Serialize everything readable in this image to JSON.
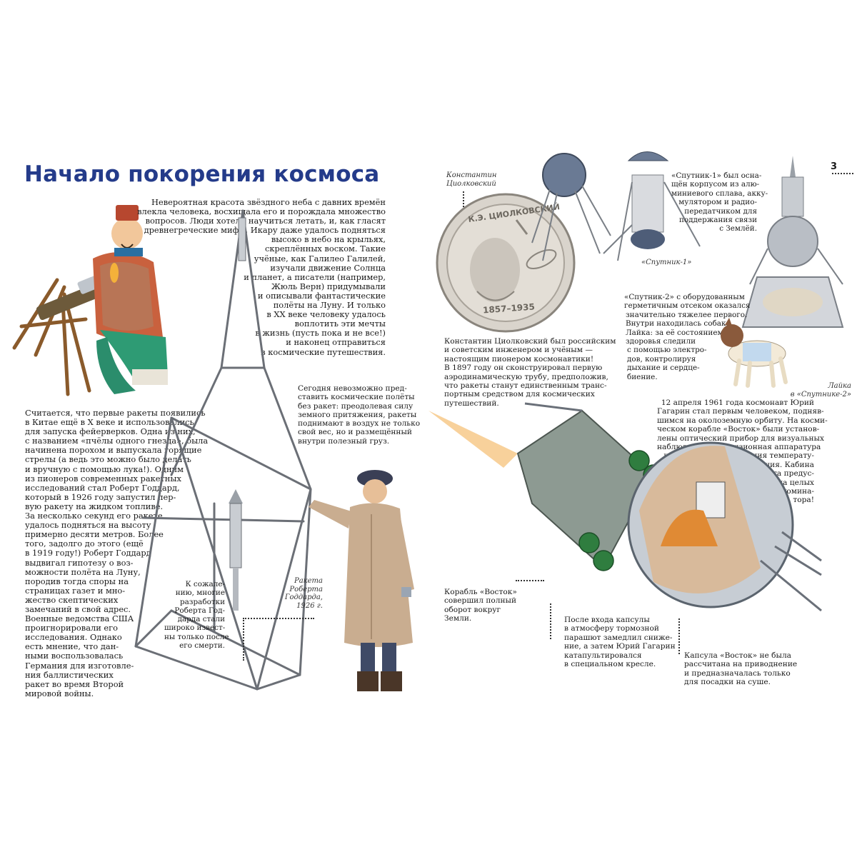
{
  "page": {
    "title": "Начало покорения космоса",
    "page_number": "3"
  },
  "intro": [
    "Невероятная красота звёздного неба с давних времён",
    "влекла человека, восхищала его и порождала множество",
    "вопросов. Люди хотели научиться летать, и, как гласят",
    "древнегреческие мифы, Икару даже удалось подняться",
    "высоко в небо на крыльях,",
    "скреплённых воском. Такие",
    "учёные, как Галилео Галилей,",
    "изучали движение Солнца",
    "и планет, а писатели (например,",
    "Жюль Верн) придумывали",
    "и описывали фантастические",
    "полёты на Луну. И только",
    "в XX веке человеку удалось",
    "воплотить эти мечты",
    "в жизнь (пусть пока и не все!)",
    "и наконец отправиться",
    "в космические путешествия."
  ],
  "china": [
    "Считается, что первые ракеты появились",
    "в Китае ещё в X веке и использовались",
    "для запуска фейерверков. Одна из них,",
    "с названием «пчёлы одного гнезда», была",
    "начинена порохом и выпускала горящие",
    "стрелы (а ведь это можно было делать",
    "и вручную с помощью лука!). Одним",
    "из пионеров современных ракетных",
    "исследований стал Роберт Годдард,",
    "который в 1926 году запустил пер-",
    "вую ракету на жидком топливе.",
    "За несколько секунд его ракете",
    "удалось подняться на высоту",
    "примерно десяти метров. Более",
    "того, задолго до этого (ещё",
    "в 1919 году!) Роберт Годдард",
    "выдвигал гипотезу о воз-",
    "можности полёта на Луну,",
    "породив тогда споры на",
    "страницах газет и мно-",
    "жество скептических",
    "замечаний в свой адрес.",
    "Военные ведомства США",
    "проигнорировали его",
    "исследования. Однако",
    "есть мнение, что дан-",
    "ными воспользовалась",
    "Германия для изготовле-",
    "ния баллистических",
    "ракет во время Второй",
    "мировой войны."
  ],
  "today": [
    "Сегодня невозможно пред-",
    "ставить космические полёты",
    "без ракет: преодолевая силу",
    "земного притяжения, ракеты",
    "поднимают в воздух не только",
    "свой вес, но и размещённый",
    "внутри полезный груз."
  ],
  "regret": [
    "К сожале-",
    "нию, многие",
    "разработки",
    "Роберта Год-",
    "дарда стали",
    "широко извест-",
    "ны только после",
    "его смерти."
  ],
  "goddard_caption": [
    "Ракета",
    "Роберта",
    "Годдарда,",
    "1926 г."
  ],
  "tsiolkovsky_caption": [
    "Константин",
    "Циолковский"
  ],
  "coin": {
    "name": "К.Э. ЦИОЛКОВСКИЙ",
    "years": "1857–1935"
  },
  "tsiolkovsky": [
    "Константин Циолковский был российским",
    "и советским инженером и учёным —",
    "настоящим пионером космонавтики!",
    "В 1897 году он сконструировал первую",
    "аэродинамическую трубу, предположив,",
    "что ракеты станут единственным транс-",
    "портным средством для космических",
    "путешествий."
  ],
  "sputnik1_caption": "«Спутник-1»",
  "sputnik1": [
    "«Спутник-1» был осна-",
    "щён корпусом из алю-",
    "миниевого сплава, акку-",
    "мулятором и радио-",
    "передатчиком для",
    "поддержания связи",
    "с Землёй."
  ],
  "sputnik2": [
    "«Спутник-2» с оборудованным",
    "герметичным отсеком оказался",
    "значительно тяжелее первого.",
    "Внутри находилась собака",
    "Лайка: за её состоянием",
    "здоровья следили",
    "с помощью электро-",
    "дов, контролируя",
    "дыхание и сердце-",
    "биение."
  ],
  "laika_caption": [
    "Лайка",
    "в «Спутнике-2»"
  ],
  "gagarin": [
    "12 апреля 1961 года космонавт Юрий",
    "Гагарин стал первым человеком, подняв-",
    "шимся на околоземную орбиту. На косми-",
    "ческом корабле «Восток» были установ-",
    "лены оптический прибор для визуальных",
    "наблюдений, телевизионная аппаратура",
    "и датчики для измерения температу-",
    "ры и давления. Кабина",
    "космонавта предус-",
    "матривала целых",
    "три иллюмина-",
    "тора!"
  ],
  "vostok_orbit": [
    "Корабль «Восток»",
    "совершил полный",
    "оборот вокруг",
    "Земли."
  ],
  "reentry": [
    "После входа капсулы",
    "в атмосферу тормозной",
    "парашют замедлил сниже-",
    "ние, а затем Юрий Гагарин",
    "катапультировался",
    "в специальном кресле."
  ],
  "capsule": [
    "Капсула «Восток» не была",
    "рассчитана на приводнение",
    "и предназначалась только",
    "для посадки на суше."
  ]
}
